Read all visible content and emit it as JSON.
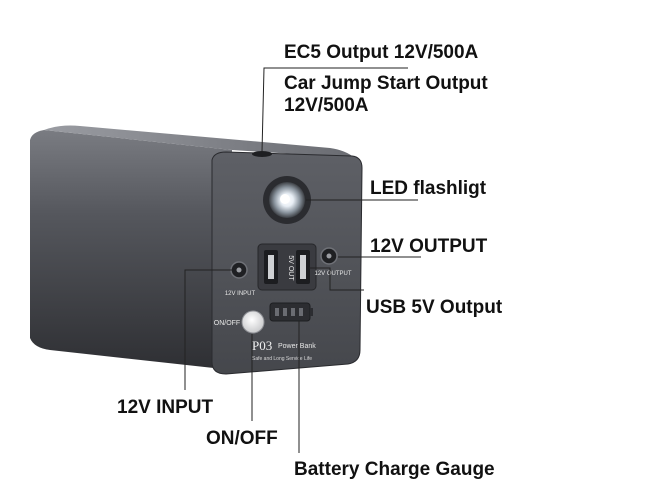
{
  "product": {
    "model": "P03",
    "model_suffix": "Power Bank",
    "tagline": "Safe and Long Service Life",
    "port_labels": {
      "usb_out": "5V OUT",
      "input_12v": "12V INPUT",
      "output_12v": "12V OUTPUT",
      "power_switch": "ON/OFF"
    },
    "gauge_level_leds": 4
  },
  "callouts": {
    "ec5_output": "EC5 Output 12V/500A",
    "car_jump_start": "Car Jump Start Output\n12V/500A",
    "led_flashlight": "LED flashligt",
    "output_12v": "12V OUTPUT",
    "usb_5v_output": "USB 5V Output",
    "input_12v": "12V INPUT",
    "on_off": "ON/OFF",
    "battery_gauge": "Battery Charge Gauge"
  },
  "colors": {
    "body_dark": "#3a3b40",
    "body_light": "#6c6e74",
    "panel": "#505258",
    "usb_blue": "#2a2b30",
    "text": "#111111"
  }
}
